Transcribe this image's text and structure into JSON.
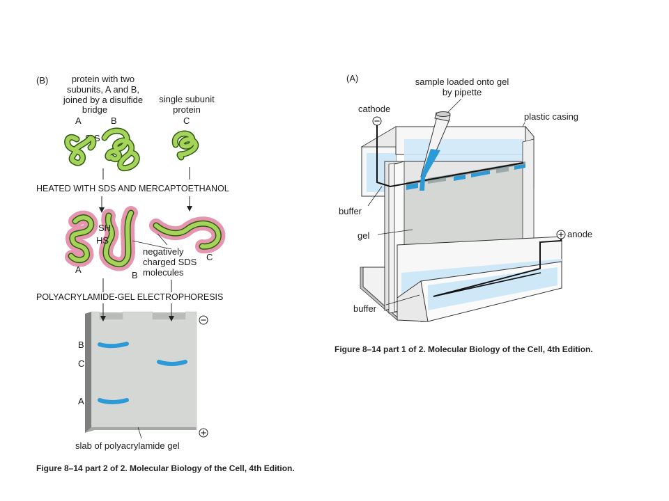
{
  "panel_b": {
    "tag": "(B)",
    "protein_two_subunits": [
      "protein with two",
      "subunits, A and B,",
      "joined by a disulfide",
      "bridge"
    ],
    "single_subunit_protein": [
      "single subunit",
      "protein"
    ],
    "label_a": "A",
    "label_b": "B",
    "label_c": "C",
    "disulfide": "S-S",
    "step_heat": "HEATED WITH SDS AND MERCAPTOETHANOL",
    "sh": "SH",
    "hs": "HS",
    "sds_note": [
      "negatively",
      "charged SDS",
      "molecules"
    ],
    "step_gel": "POLYACRYLAMIDE-GEL ELECTROPHORESIS",
    "band_b": "B",
    "band_c": "C",
    "band_a": "A",
    "minus": "−",
    "plus": "+",
    "slab_label": "slab of polyacrylamide gel",
    "caption": "Figure 8–14 part 2 of 2. Molecular Biology of the Cell, 4th Edition."
  },
  "panel_a": {
    "tag": "(A)",
    "sample": [
      "sample loaded onto gel",
      "by pipette"
    ],
    "cathode": "cathode",
    "plastic_casing": "plastic casing",
    "buffer_top": "buffer",
    "gel": "gel",
    "anode": "anode",
    "buffer_bottom": "buffer",
    "minus": "−",
    "plus": "+",
    "caption": "Figure 8–14 part 1 of 2. Molecular Biology of the Cell, 4th Edition."
  },
  "colors": {
    "protein_green": "#a6d45a",
    "protein_outline": "#2c5a12",
    "band_blue": "#2b9ad6",
    "buffer_light": "#cfe8f7",
    "gel_gray": "#d4d7d4",
    "sds_pink": "#e07a9a"
  }
}
